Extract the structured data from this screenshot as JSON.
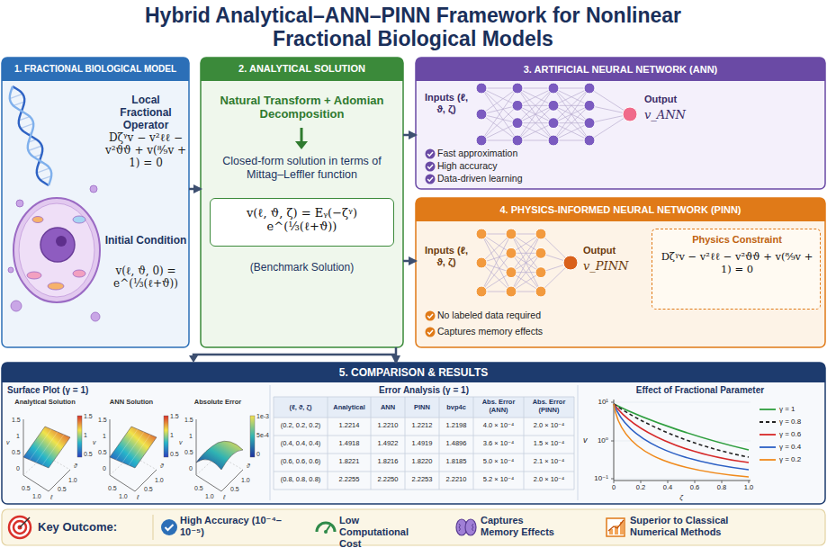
{
  "diagram": {
    "title": "Hybrid Analytical–ANN–PINN Framework for Nonlinear Fractional Biological Models",
    "nodes": [
      {
        "text": [
          "1. FRACTIONAL BIOLOGICAL MODEL",
          "Local Fractional Operator",
          "Dζᵞv − v²ℓℓ − v²ϑϑ + v(⁸⁄₉v + 1) = 0",
          "Initial Condition",
          "v(ℓ, ϑ, 0) = e^(⅓(ℓ+ϑ))"
        ]
      },
      {
        "text": [
          "2. ANALYTICAL SOLUTION",
          "Natural Transform + Adomian Decomposition",
          "Closed-form solution in terms of Mittag–Leffler function",
          "(Benchmark Solution)"
        ]
      },
      {
        "text": [
          "v(ℓ, ϑ, ζ) = Eᵧ(−ζᵞ) e^(⅓(ℓ+ϑ))"
        ],
        "in": 1
      },
      {
        "text": [
          "3. ARTIFICIAL NEURAL NETWORK (ANN)",
          "Inputs (ℓ, ϑ, ζ)",
          "Output",
          "v_ANN",
          "Fast approximation",
          "High accuracy",
          "Data-driven learning"
        ]
      },
      {
        "text": [
          "4. PHYSICS-INFORMED NEURAL NETWORK (PINN)",
          "Inputs (ℓ, ϑ, ζ)",
          "Output",
          "v_PINN",
          "No labeled data required",
          "Captures memory effects"
        ]
      },
      {
        "text": [
          "Physics Constraint",
          "Dζᵞv − v²ℓℓ − v²ϑϑ + v(⁸⁄₉v + 1) = 0"
        ],
        "in": 4
      },
      {
        "text": [
          "5. COMPARISON & RESULTS"
        ]
      },
      {
        "text": [
          "Key Outcome:",
          "High Accuracy (10⁻⁴–10⁻⁵)",
          "Low Computational Cost",
          "Captures Memory Effects",
          "Superior to Classical Numerical Methods"
        ]
      }
    ],
    "edges": [
      {
        "from": 0,
        "to": 1,
        "arrow": "to"
      },
      {
        "from": 1,
        "to": 3,
        "arrow": "to"
      },
      {
        "from": 1,
        "to": 4,
        "arrow": "to"
      },
      {
        "from": 1,
        "to": 6,
        "arrow": "to"
      }
    ],
    "labels": [
      "Surface Plot (γ = 1)",
      "Analytical Solution",
      "ANN Solution",
      "Absolute Error",
      "v",
      "1.5",
      "1",
      "0.5",
      "0",
      "0.5",
      "1.0",
      "ℓ",
      "0.5",
      "1.0",
      "ϑ",
      "1.5",
      "1",
      "0.5",
      "v",
      "1.5",
      "1",
      "0.5",
      "0",
      "0.5",
      "1.0",
      "ℓ",
      "0.5",
      "1.0",
      "ϑ",
      "1.5",
      "1",
      "0.5",
      "v",
      "1.5",
      "1",
      "0.5",
      "0",
      "0.5",
      "1.0",
      "ℓ",
      "0.5",
      "1.0",
      "ϑ",
      "1e-3",
      "5e-4",
      "0",
      "Error Analysis (γ = 1)",
      "(ℓ, ϑ, ζ)",
      "Analytical",
      "ANN",
      "PINN",
      "bvp4c",
      "Abs. Error (ANN)",
      "Abs. Error (PINN)",
      "(0.2, 0.2, 0.2)",
      "1.2214",
      "1.2210",
      "1.2212",
      "1.2198",
      "4.0 × 10⁻⁴",
      "2.0 × 10⁻⁴",
      "(0.4, 0.4, 0.4)",
      "1.4918",
      "1.4922",
      "1.4919",
      "1.4896",
      "3.6 × 10⁻⁴",
      "1.5 × 10⁻⁴",
      "(0.6, 0.6, 0.6)",
      "1.8221",
      "1.8216",
      "1.8220",
      "1.8185",
      "5.0 × 10⁻⁴",
      "2.1 × 10⁻⁴",
      "(0.8, 0.8, 0.8)",
      "2.2255",
      "2.2250",
      "2.2253",
      "2.2210",
      "5.2 × 10⁻⁴",
      "2.0 × 10⁻⁴",
      "Effect of Fractional Parameter",
      "10¹",
      "10⁰",
      "10⁻¹",
      "v",
      "0",
      "0.2",
      "0.4",
      "0.6",
      "0.8",
      "1.0",
      "ζ"
    ],
    "legend": [
      {
        "text": "γ = 1"
      },
      {
        "text": "γ = 0.8"
      },
      {
        "text": "γ = 0.6"
      },
      {
        "text": "γ = 0.4"
      },
      {
        "text": "γ = 0.2"
      }
    ]
  }
}
